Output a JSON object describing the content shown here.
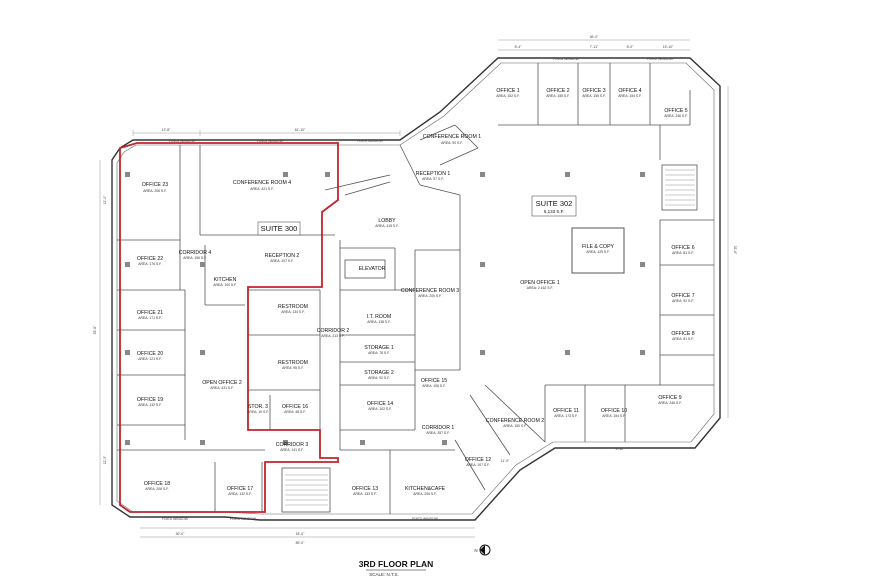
{
  "plan": {
    "title": "3RD FLOOR PLAN",
    "scale": "SCALE: N.T.S.",
    "north": "N"
  },
  "suites": {
    "s300": {
      "name": "SUITE 300"
    },
    "s302": {
      "name": "SUITE 302",
      "area": "5,133 S.F."
    }
  },
  "rooms": {
    "office23": {
      "name": "OFFICE 23",
      "area": "AREA: 206 S.F."
    },
    "conf4": {
      "name": "CONFERENCE ROOM 4",
      "area": "AREA: 421 S.F."
    },
    "corridor4": {
      "name": "CORRIDOR 4",
      "area": "AREA: 196 S.F."
    },
    "office22": {
      "name": "OFFICE 22",
      "area": "AREA: 176 S.F."
    },
    "kitchen": {
      "name": "KITCHEN",
      "area": "AREA: 100 S.F."
    },
    "reception2": {
      "name": "RECEPTION 2",
      "area": "AREA: 207 S.F."
    },
    "office21": {
      "name": "OFFICE  21",
      "area": "AREA: 171 S.F."
    },
    "office20": {
      "name": "OFFICE 20",
      "area": "AREA: 121 S.F."
    },
    "openoffice2": {
      "name": "OPEN OFFICE 2",
      "area": "AREA: 431 S.F."
    },
    "office19": {
      "name": "OFFICE 19",
      "area": "AREA: 132 S.F."
    },
    "office18": {
      "name": "OFFICE 18",
      "area": "AREA: 206 S.F."
    },
    "office17": {
      "name": "OFFICE 17",
      "area": "AREA: 132 S.F."
    },
    "restroom1": {
      "name": "RESTROOM",
      "area": "AREA: 134 S.F."
    },
    "restroom2": {
      "name": "RESTROOM",
      "area": "AREA: 95 S.F."
    },
    "stor3": {
      "name": "STOR. 3",
      "area": "AREA: 19 S.F."
    },
    "office16": {
      "name": "OFFICE 16",
      "area": "AREA: 48 S.F."
    },
    "corridor2": {
      "name": "CORRIDOR 2",
      "area": "AREA: 213 S.F."
    },
    "corridor3": {
      "name": "CORRIDOR 3",
      "area": "AREA: 141 S.F."
    },
    "lobby": {
      "name": "LOBBY",
      "area": "AREA: 415 S.F."
    },
    "reception1": {
      "name": "RECEPTION 1",
      "area": "AREA: 97 S.F."
    },
    "conf1": {
      "name": "CONFERENCE ROOM 1",
      "area": "AREA: 90 S.F."
    },
    "elevator": {
      "name": "ELEVATOR"
    },
    "conf3": {
      "name": "CONFERENCE ROOM 3",
      "area": "AREA: 200 S.F."
    },
    "itroom": {
      "name": "I.T. ROOM",
      "area": "AREA: 138 S.F."
    },
    "storage1": {
      "name": "STORAGE 1",
      "area": "AREA: 78 S.F."
    },
    "storage2": {
      "name": "STORAGE 2",
      "area": "AREA: 92 S.F."
    },
    "office15": {
      "name": "OFFICE 15",
      "area": "AREA: 108 S.F."
    },
    "office14": {
      "name": "OFFICE 14",
      "area": "AREA: 102 S.F."
    },
    "corridor1": {
      "name": "CORRIDOR 1",
      "area": "AREA: 357 S.F."
    },
    "office13": {
      "name": "OFFICE 13",
      "area": "AREA: 133 S.F."
    },
    "kitchencafe": {
      "name": "KITCHEN&CAFE",
      "area": "AREA: 206 S.F."
    },
    "office12": {
      "name": "OFFICE 12",
      "area": "AREA: 107 S.F."
    },
    "conf2": {
      "name": "CONFERENCE ROOM  2",
      "area": "AREA: 150 S.F."
    },
    "office11": {
      "name": "OFFICE 11",
      "area": "AREA: 173 S.F."
    },
    "office10": {
      "name": "OFFICE 10",
      "area": "AREA: 154 S.F."
    },
    "office9": {
      "name": "OFFICE 9",
      "area": "AREA: 246 S.F."
    },
    "openoffice1": {
      "name": "OPEN OFFICE 1",
      "area": "AREA: 2,162 S.F."
    },
    "filecopy": {
      "name": "FILE & COPY",
      "area": "AREA: 125 S.F."
    },
    "office8": {
      "name": "OFFICE 8",
      "area": "AREA: 81 S.F."
    },
    "office7": {
      "name": "OFFICE 7",
      "area": "AREA: 92 S.F."
    },
    "office6": {
      "name": "OFFICE 6",
      "area": "AREA: 81 S.F."
    },
    "office5": {
      "name": "OFFICE 5",
      "area": "AREA: 246 S.F."
    },
    "office4": {
      "name": "OFFICE 4",
      "area": "AREA: 154 S.F."
    },
    "office3": {
      "name": "OFFICE 3",
      "area": "AREA: 155 S.F."
    },
    "office2": {
      "name": "OFFICE 2",
      "area": "AREA: 155 S.F."
    },
    "office1": {
      "name": "OFFICE 1",
      "area": "AREA: 152 S.F."
    }
  },
  "labels": {
    "fixed_window": "FIXED WINDOW"
  },
  "dims": {
    "top_a": "13'-8\"",
    "top_b": "61'-10\"",
    "top_c": "36'-0\"",
    "top_d": "8'-4\"",
    "top_e": "7'-11\"",
    "top_f": "8'-0\"",
    "top_g": "15'-10\"",
    "bot_a": "30'-0\"",
    "bot_b": "89'-0\"",
    "bot_c": "18'-0\"",
    "bot_d": "11'-0\"",
    "bot_e": "8'-10\"",
    "left_a": "53'-6\"",
    "left_b": "12'-0\"",
    "left_c": "12'-5\"",
    "right_a": "33'-6\""
  }
}
